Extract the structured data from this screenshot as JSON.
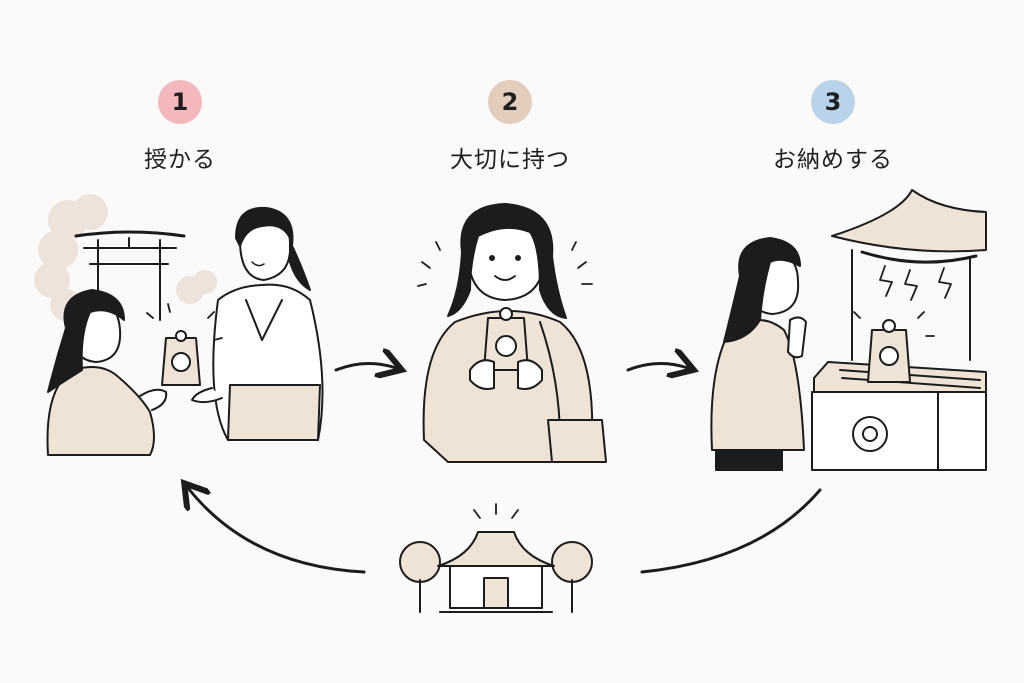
{
  "steps": [
    {
      "number": "1",
      "label": "授かる",
      "badge_color": "#f2b8bc"
    },
    {
      "number": "2",
      "label": "大切に持つ",
      "badge_color": "#e3cdbd"
    },
    {
      "number": "3",
      "label": "お納めする",
      "badge_color": "#b9d3ea"
    }
  ],
  "colors": {
    "stroke": "#1c1c1c",
    "fill_beige": "#efe3d6",
    "fill_light": "#ffffff",
    "cloud": "#ede3da"
  }
}
